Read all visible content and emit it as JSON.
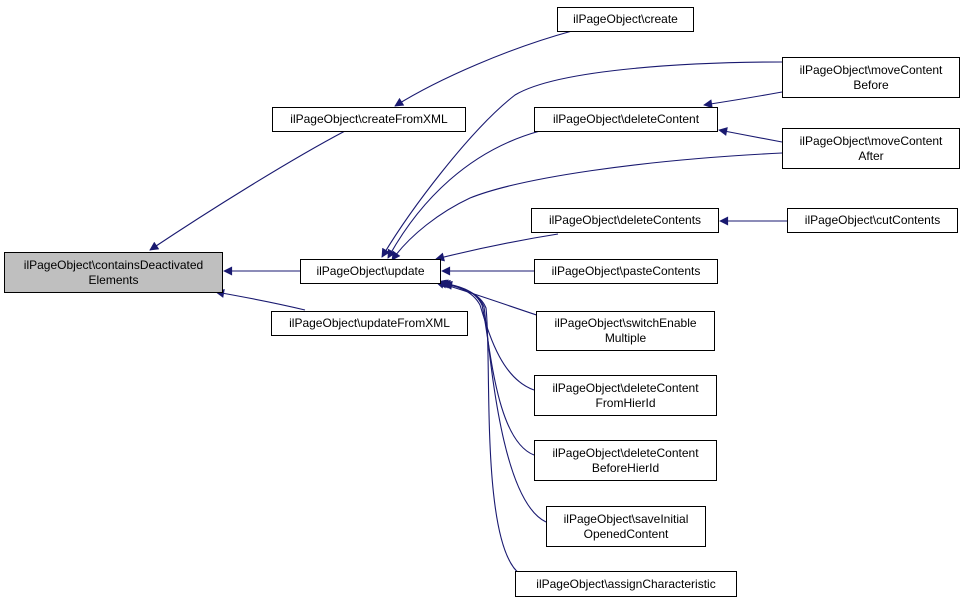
{
  "colors": {
    "edge": "#191970",
    "border": "#000000",
    "root_fill": "#bfbfbf",
    "node_fill": "#ffffff"
  },
  "nodes": {
    "containsDeactivated": {
      "line1": "ilPageObject\\containsDeactivated",
      "line2": "Elements"
    },
    "createFromXML": {
      "line1": "ilPageObject\\createFromXML"
    },
    "update": {
      "line1": "ilPageObject\\update"
    },
    "updateFromXML": {
      "line1": "ilPageObject\\updateFromXML"
    },
    "create": {
      "line1": "ilPageObject\\create"
    },
    "deleteContent": {
      "line1": "ilPageObject\\deleteContent"
    },
    "moveContentBefore": {
      "line1": "ilPageObject\\moveContent",
      "line2": "Before"
    },
    "moveContentAfter": {
      "line1": "ilPageObject\\moveContent",
      "line2": "After"
    },
    "deleteContents": {
      "line1": "ilPageObject\\deleteContents"
    },
    "cutContents": {
      "line1": "ilPageObject\\cutContents"
    },
    "pasteContents": {
      "line1": "ilPageObject\\pasteContents"
    },
    "switchEnableMultiple": {
      "line1": "ilPageObject\\switchEnable",
      "line2": "Multiple"
    },
    "deleteContentFromHierId": {
      "line1": "ilPageObject\\deleteContent",
      "line2": "FromHierId"
    },
    "deleteContentBeforeHierId": {
      "line1": "ilPageObject\\deleteContent",
      "line2": "BeforeHierId"
    },
    "saveInitialOpenedContent": {
      "line1": "ilPageObject\\saveInitial",
      "line2": "OpenedContent"
    },
    "assignCharacteristic": {
      "line1": "ilPageObject\\assignCharacteristic"
    }
  }
}
